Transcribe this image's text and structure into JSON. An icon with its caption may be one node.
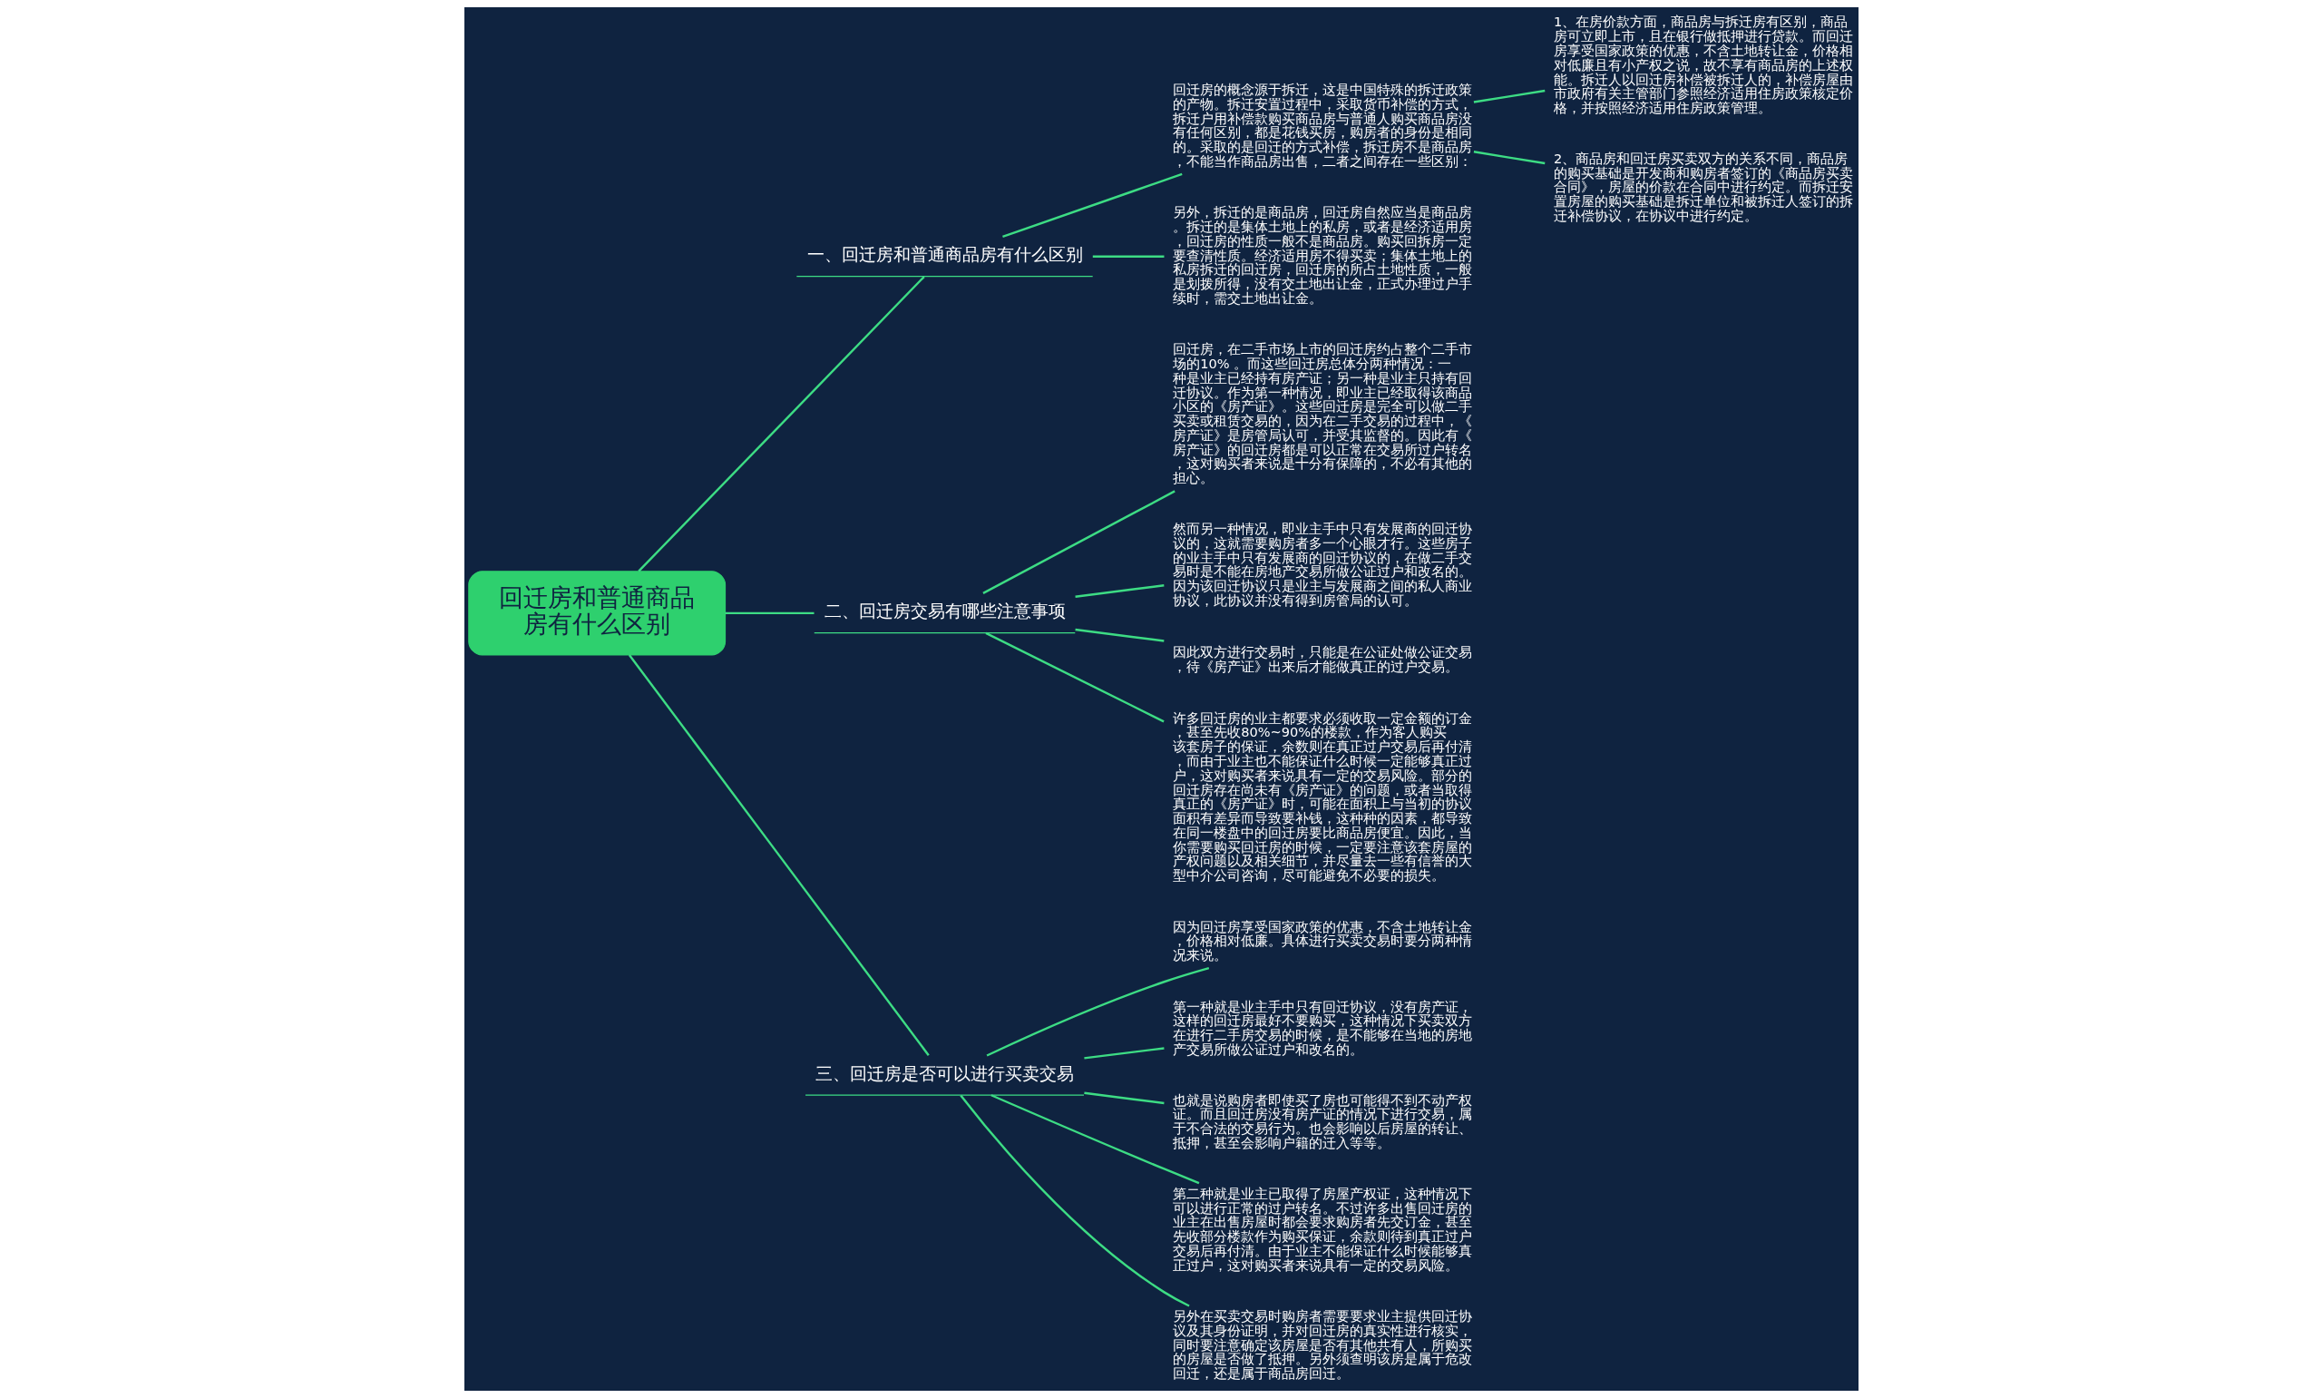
{
  "diagram": {
    "nodes": [
      {
        "text": [
          "回迁房和普通商品房有什么区别"
        ]
      },
      {
        "text": [
          "一、回迁房和普通商品房有什么区别"
        ]
      },
      {
        "text": [
          "回迁房的概念源于拆迁，这是中国特殊的拆迁政策的产物。拆迁安置过程中，采取货币补偿的方式，拆迁户用补偿款购买商品房与普通人购买商品房没有任何区别，都是花钱买房，购房者的身份是相同的。采取的是回迁的方式补偿，拆迁房不是商品房，不能当作商品房出售，二者之间存在一些区别："
        ]
      },
      {
        "text": [
          "1、在房价款方面，商品房与拆迁房有区别，商品房可立即上市，且在银行做抵押进行贷款。而回迁房享受国家政策的优惠，不含土地转让金，价格相对低廉且有小产权之说，故不享有商品房的上述权能。拆迁人以回迁房补偿被拆迁人的，补偿房屋由市政府有关主管部门参照经济适用住房政策核定价格，并按照经济适用住房政策管理。"
        ]
      },
      {
        "text": [
          "2、商品房和回迁房买卖双方的关系不同，商品房的购买基础是开发商和购房者签订的《商品房买卖合同》，房屋的价款在合同中进行约定。而拆迁安置房屋的购买基础是拆迁单位和被拆迁人签订的拆迁补偿协议，在协议中进行约定。"
        ]
      },
      {
        "text": [
          "另外，拆迁的是商品房，回迁房自然应当是商品房。拆迁的是集体土地上的私房，或者是经济适用房，回迁房的性质一般不是商品房。购买回拆房一定要查清性质。经济适用房不得买卖；集体土地上的私房拆迁的回迁房，回迁房的所占土地性质，一般是划拨所得，没有交土地出让金，正式办理过户手续时，需交土地出让金。"
        ]
      },
      {
        "text": [
          "二、回迁房交易有哪些注意事项"
        ]
      },
      {
        "text": [
          "回迁房，在二手市场上市的回迁房约占整个二手市场的10% 。而这些回迁房总体分两种情况：一种是业主已经持有房产证；另一种是业主只持有回迁协议。作为第一种情况，即业主已经取得该商品小区的《房产证》。这些回迁房是完全可以做二手买卖或租赁交易的，因为在二手交易的过程中，《房产证》是房管局认可，并受其监督的。因此有《房产证》的回迁房都是可以正常在交易所过户转名，这对购买者来说是十分有保障的，不必有其他的担心。"
        ]
      },
      {
        "text": [
          "然而另一种情况，即业主手中只有发展商的回迁协议的，这就需要购房者多一个心眼才行。这些房子的业主手中只有发展商的回迁协议的，在做二手交易时是不能在房地产交易所做公证过户和改名的。因为该回迁协议只是业主与发展商之间的私人商业协议，此协议并没有得到房管局的认可。"
        ]
      },
      {
        "text": [
          "因此双方进行交易时，只能是在公证处做公证交易，待《房产证》出来后才能做真正的过户交易。"
        ]
      },
      {
        "text": [
          "许多回迁房的业主都要求必须收取一定金额的订金，甚至先收80%~90%的楼款，作为客人购买该套房子的保证，余数则在真正过户交易后再付清，而由于业主也不能保证什么时候一定能够真正过户，这对购买者来说具有一定的交易风险。部分的回迁房存在尚未有《房产证》的问题，或者当取得真正的《房产证》时，可能在面积上与当初的协议面积有差异而导致要补钱，这种种的因素，都导致在同一楼盘中的回迁房要比商品房便宜。因此，当你需要购买回迁房的时候，一定要注意该套房屋的产权问题以及相关细节，并尽量去一些有信誉的大型中介公司咨询，尽可能避免不必要的损失。"
        ]
      },
      {
        "text": [
          "三、回迁房是否可以进行买卖交易"
        ]
      },
      {
        "text": [
          "因为回迁房享受国家政策的优惠，不含土地转让金，价格相对低廉。具体进行买卖交易时要分两种情况来说。"
        ]
      },
      {
        "text": [
          "第一种就是业主手中只有回迁协议，没有房产证，这样的回迁房最好不要购买，这种情况下买卖双方在进行二手房交易的时候，是不能够在当地的房地产交易所做公证过户和改名的。"
        ]
      },
      {
        "text": [
          "也就是说购房者即使买了房也可能得不到不动产权证。而且回迁房没有房产证的情况下进行交易，属于不合法的交易行为。也会影响以后房屋的转让、抵押，甚至会影响户籍的迁入等等。"
        ]
      },
      {
        "text": [
          "第二种就是业主已取得了房屋产权证，这种情况下可以进行正常的过户转名。不过许多出售回迁房的业主在出售房屋时都会要求购房者先交订金，甚至先收部分楼款作为购买保证，余款则待到真正过户交易后再付清。由于业主不能保证什么时候能够真正过户，这对购买者来说具有一定的交易风险。"
        ]
      },
      {
        "text": [
          "另外在买卖交易时购房者需要要求业主提供回迁协议及其身份证明，并对回迁房的真实性进行核实，同时要注意确定该房屋是否有其他共有人，所购买的房屋是否做了抵押。另外须查明该房是属于危改回迁，还是属于商品房回迁。"
        ]
      }
    ],
    "edges": [
      {
        "from": 0,
        "to": 1,
        "arrow": "none"
      },
      {
        "from": 1,
        "to": 2,
        "arrow": "none"
      },
      {
        "from": 2,
        "to": 3,
        "arrow": "none"
      },
      {
        "from": 2,
        "to": 4,
        "arrow": "none"
      },
      {
        "from": 1,
        "to": 5,
        "arrow": "none"
      },
      {
        "from": 0,
        "to": 6,
        "arrow": "none"
      },
      {
        "from": 6,
        "to": 7,
        "arrow": "none"
      },
      {
        "from": 6,
        "to": 8,
        "arrow": "none"
      },
      {
        "from": 6,
        "to": 9,
        "arrow": "none"
      },
      {
        "from": 6,
        "to": 10,
        "arrow": "none"
      },
      {
        "from": 0,
        "to": 11,
        "arrow": "none"
      },
      {
        "from": 11,
        "to": 12,
        "arrow": "none"
      },
      {
        "from": 11,
        "to": 13,
        "arrow": "none"
      },
      {
        "from": 11,
        "to": 14,
        "arrow": "none"
      },
      {
        "from": 11,
        "to": 15,
        "arrow": "none"
      },
      {
        "from": 11,
        "to": 16,
        "arrow": "none"
      }
    ]
  }
}
